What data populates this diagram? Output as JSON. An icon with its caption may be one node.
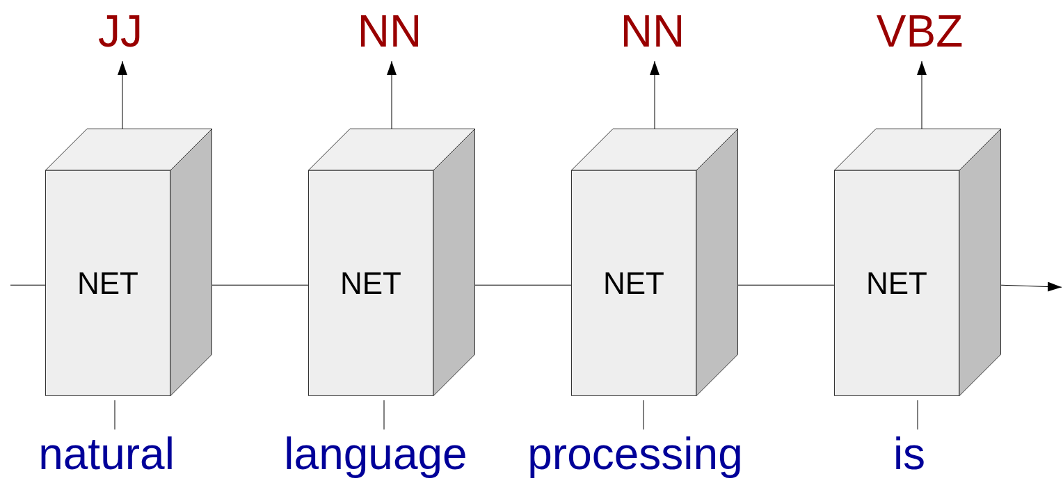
{
  "diagram": {
    "nodes": [
      {
        "text": [
          "JJ"
        ]
      },
      {
        "text": [
          "NN"
        ]
      },
      {
        "text": [
          "NN"
        ]
      },
      {
        "text": [
          "VBZ"
        ]
      },
      {
        "text": [
          "NET"
        ]
      },
      {
        "text": [
          "NET"
        ]
      },
      {
        "text": [
          "NET"
        ]
      },
      {
        "text": [
          "NET"
        ]
      },
      {
        "text": [
          "natural"
        ]
      },
      {
        "text": [
          "language"
        ]
      },
      {
        "text": [
          "processing"
        ]
      },
      {
        "text": [
          "is"
        ]
      }
    ],
    "edges": [
      {
        "from": 4,
        "to": 0,
        "arrow": "to"
      },
      {
        "from": 5,
        "to": 1,
        "arrow": "to"
      },
      {
        "from": 6,
        "to": 2,
        "arrow": "to"
      },
      {
        "from": 7,
        "to": 3,
        "arrow": "to"
      },
      {
        "from": null,
        "to": 4,
        "arrow": "none"
      },
      {
        "from": 4,
        "to": 5,
        "arrow": "none"
      },
      {
        "from": 5,
        "to": 6,
        "arrow": "none"
      },
      {
        "from": 6,
        "to": 7,
        "arrow": "none"
      },
      {
        "from": 7,
        "to": null,
        "arrow": "to"
      },
      {
        "from": 8,
        "to": 4,
        "arrow": "none"
      },
      {
        "from": 9,
        "to": 5,
        "arrow": "none"
      },
      {
        "from": 10,
        "to": 6,
        "arrow": "none"
      },
      {
        "from": 11,
        "to": 7,
        "arrow": "none"
      }
    ]
  }
}
